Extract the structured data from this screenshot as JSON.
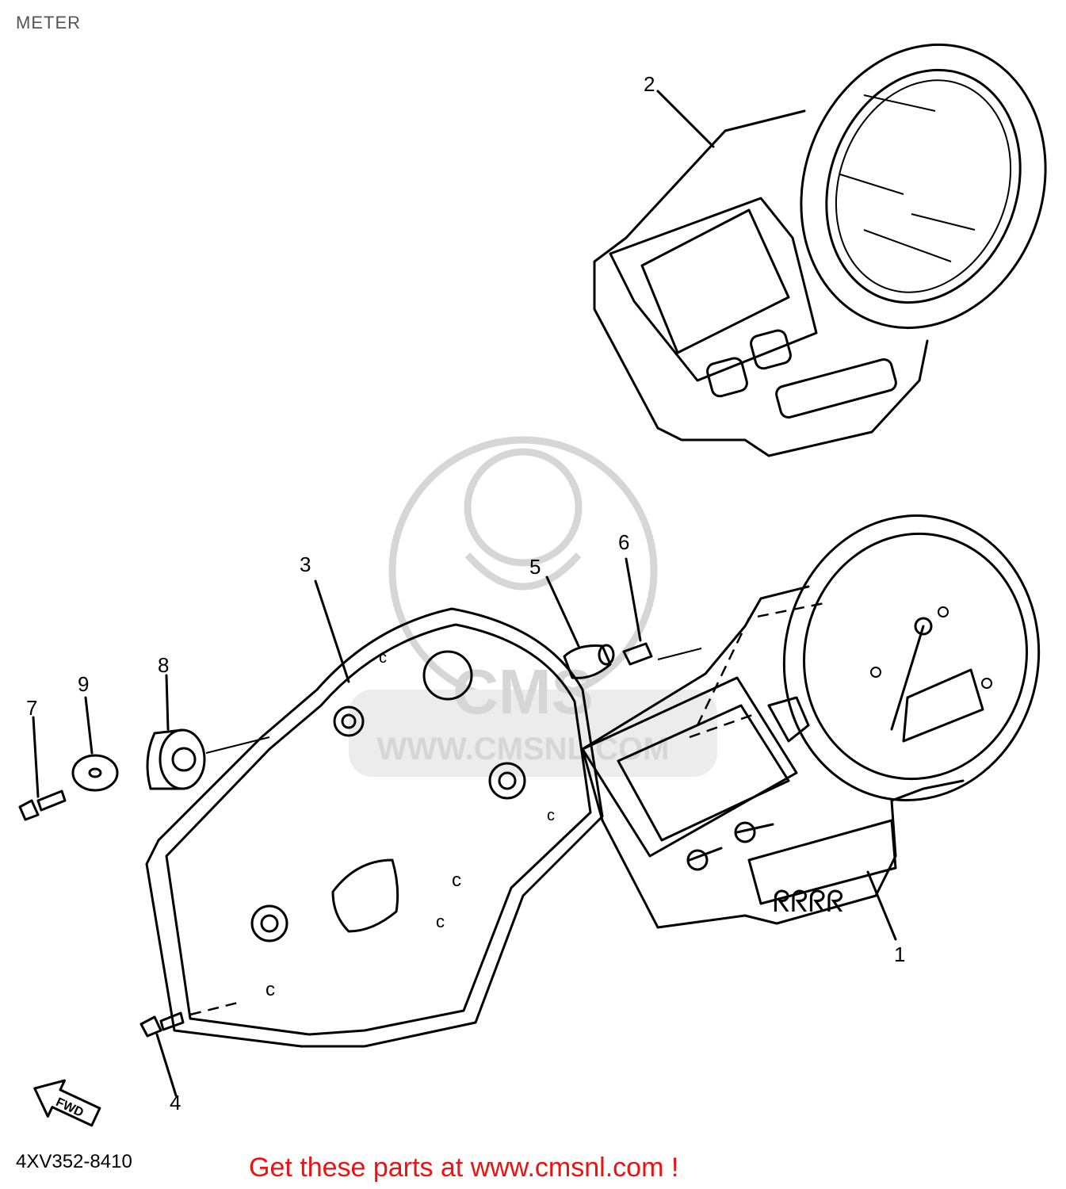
{
  "title": "METER",
  "part_number": "4XV352-8410",
  "cta": "Get these parts at www.cmsnl.com !",
  "watermark": {
    "logo": "CMS",
    "url": "WWW.CMSNL.COM"
  },
  "fwd_arrow": "FWD",
  "callouts": [
    "1",
    "2",
    "3",
    "4",
    "5",
    "6",
    "7",
    "8",
    "9"
  ]
}
